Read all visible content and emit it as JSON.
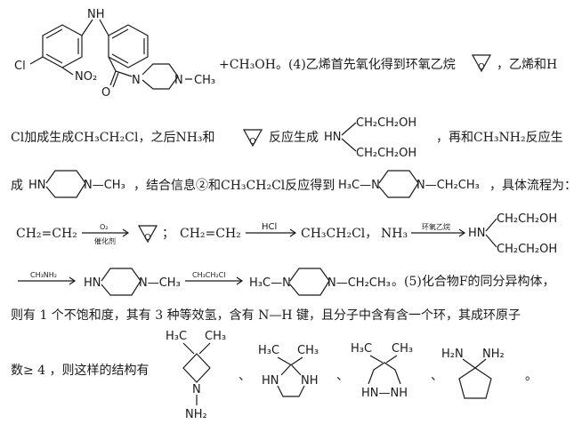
{
  "row1": {
    "after_structure": "+CH₃OH。(4)乙烯首先氧化得到环氧乙烷",
    "tail": "，乙烯和H",
    "mol_labels": {
      "nh": "NH",
      "cl": "Cl",
      "no2": "NO₂",
      "o": "O",
      "n1": "N",
      "n2": "N",
      "me": "CH₃"
    }
  },
  "row2": {
    "text_a": "Cl加成生成CH₃CH₂Cl，之后NH₃和",
    "text_b": "反应生成",
    "text_c": "，再和CH₃NH₂反应生",
    "amine_hn": "HN",
    "amine_top": "CH₂CH₂OH",
    "amine_bot": "CH₂CH₂OH"
  },
  "row3": {
    "text_a": "成",
    "pip_hn": "HN",
    "pip_tail": "N—CH₃",
    "text_b": "，结合信息②和CH₃CH₂Cl反应得到",
    "pip2_head": "H₃C—N",
    "pip2_tail": "N—CH₂CH₃",
    "text_c": "，具体流程为："
  },
  "row4": {
    "ethylene": "CH₂=CH₂",
    "arrow1_top": "O₂",
    "arrow1_bot": "催化剂",
    "sep": "；",
    "ethylene2": "CH₂=CH₂",
    "arrow2_top": "HCl",
    "product2": "CH₃CH₂Cl，",
    "nh3": "NH₃",
    "arrow3_top": "环氧乙烷",
    "amine_hn": "HN",
    "amine_top": "CH₂CH₂OH",
    "amine_bot": "CH₂CH₂OH"
  },
  "row5": {
    "arrow1_top": "CH₃NH₂",
    "pip_hn": "HN",
    "pip_tail": "N—CH₃",
    "arrow2_top": "CH₃CH₂Cl",
    "pip2_head": "H₃C—N",
    "pip2_tail": "N—CH₂CH₃",
    "text": "。(5)化合物F的同分异构体，"
  },
  "row6": {
    "text": "则有 1 个不饱和度，其有 3 种等效氢，含有 N—H 键，且分子中含有含一个环，其成环原子"
  },
  "row7": {
    "text": "数≥ 4 ，则这样的结构有",
    "s1": {
      "me_left": "H₃C",
      "me_right": "CH₃",
      "n": "N",
      "nh2": "NH₂"
    },
    "s2": {
      "me_left": "H₃C",
      "me_right": "CH₃",
      "hn": "HN",
      "nh": "NH"
    },
    "s3": {
      "me_left": "H₃C",
      "me_right": "CH₃",
      "hn": "HN—NH"
    },
    "s4": {
      "l": "H₂N",
      "r": "NH₂"
    },
    "comma": "、",
    "end": "。"
  }
}
